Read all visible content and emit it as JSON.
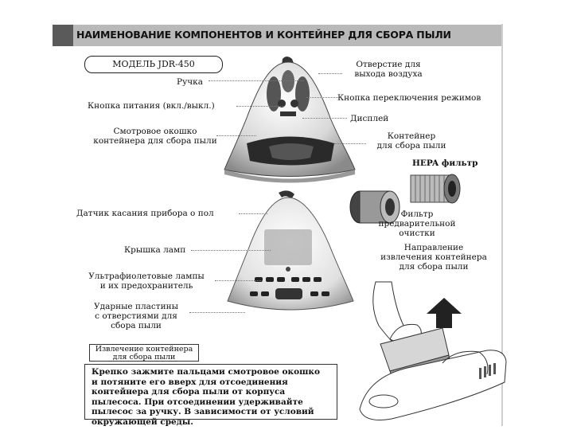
{
  "header": {
    "title": "НАИМЕНОВАНИЕ КОМПОНЕНТОВ И КОНТЕЙНЕР ДЛЯ СБОРА ПЫЛИ"
  },
  "model": "МОДЕЛЬ JDR-450",
  "labels": {
    "handle": "Ручка",
    "power_button": "Кнопка питания (вкл./выкл.)",
    "viewing_window_1": "Смотровое окошко",
    "viewing_window_2": "контейнера для сбора пыли",
    "air_outlet_1": "Отверстие для",
    "air_outlet_2": "выхода воздуха",
    "mode_button": "Кнопка переключения режимов",
    "display": "Дисплей",
    "container_1": "Контейнер",
    "container_2": "для сбора пыли",
    "hepa_filter": "HEPA фильтр",
    "touch_sensor": "Датчик касания прибора о пол",
    "pre_filter_1": "Фильтр",
    "pre_filter_2": "предварительной",
    "pre_filter_3": "очистки",
    "lamp_cover": "Крышка ламп",
    "direction_1": "Направление",
    "direction_2": "извлечения контейнера",
    "direction_3": "для сбора пыли",
    "uv_lamps_1": "Ультрафиолетовые лампы",
    "uv_lamps_2": "и их предохранитель",
    "plates_1": "Ударные пластины",
    "plates_2": "с отверстиями для",
    "plates_3": "сбора пыли"
  },
  "removal": {
    "tab_1": "Извлечение контейнера",
    "tab_2": "для сбора пыли",
    "line_1": "Крепко зажмите пальцами смотровое окошко",
    "line_2": "и потяните его вверх для отсоединения",
    "line_3": "контейнера для сбора пыли от корпуса",
    "line_4": "пылесоса. При отсоединении удерживайте",
    "line_5": "пылесос за ручку. В зависимости от условий",
    "line_6": "окружающей среды."
  }
}
